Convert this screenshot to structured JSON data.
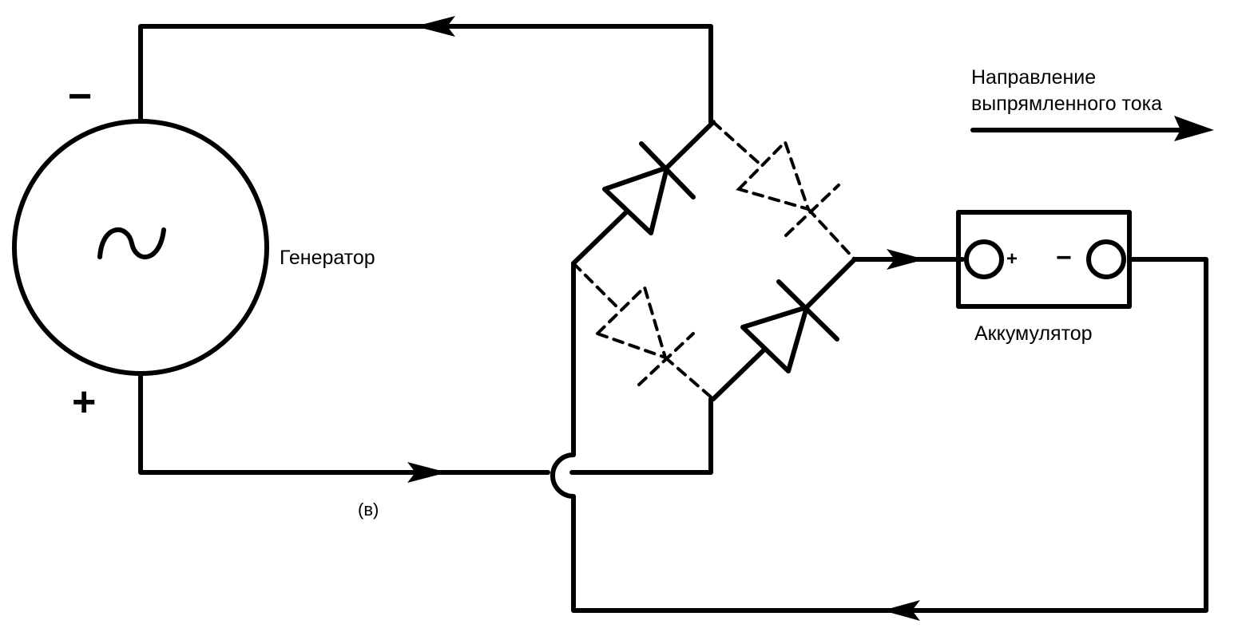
{
  "generator": {
    "label": "Генератор",
    "minus": "−",
    "plus": "+",
    "symbol": "sine-wave"
  },
  "battery": {
    "label": "Аккумулятор",
    "plus": "+",
    "minus": "−"
  },
  "figure_label": "(в)",
  "direction": {
    "line1": "Направление",
    "line2": "выпрямленного тока"
  },
  "colors": {
    "ink": "#000000",
    "background": "#ffffff"
  }
}
